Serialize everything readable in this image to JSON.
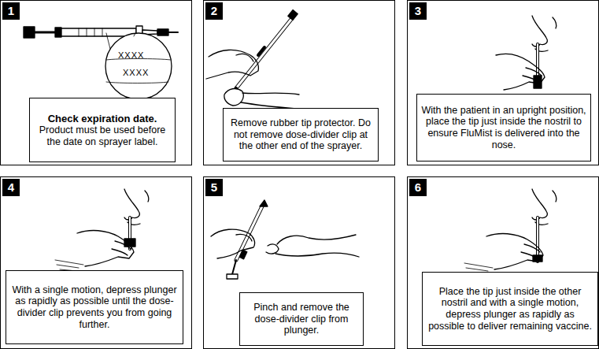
{
  "diagram": {
    "nodes": [
      {
        "text": [
          "1"
        ]
      },
      {
        "text": [
          "Check expiration date.",
          "Product must be used before the date on sprayer label."
        ],
        "in": 0
      },
      {
        "text": [
          "2"
        ]
      },
      {
        "text": [
          "Remove rubber tip protector. Do not remove dose-divider clip at the other end of the sprayer."
        ],
        "in": 2
      },
      {
        "text": [
          "3"
        ]
      },
      {
        "text": [
          "With the patient in an upright position, place the tip just inside the nostril to ensure FluMist is delivered into the nose."
        ],
        "in": 4
      },
      {
        "text": [
          "4"
        ]
      },
      {
        "text": [
          "With a single motion, depress plunger as rapidly as possible until the dose-divider clip prevents you from going further."
        ],
        "in": 6
      },
      {
        "text": [
          "5"
        ]
      },
      {
        "text": [
          "Pinch and remove the dose-divider clip from plunger."
        ],
        "in": 8
      },
      {
        "text": [
          "6"
        ]
      },
      {
        "text": [
          "Place the tip just inside the other nostril and with a single motion, depress plunger as rapidly as possible to deliver remaining vaccine."
        ],
        "in": 10
      }
    ],
    "labels": [
      "XXXX",
      "XXXX"
    ]
  }
}
